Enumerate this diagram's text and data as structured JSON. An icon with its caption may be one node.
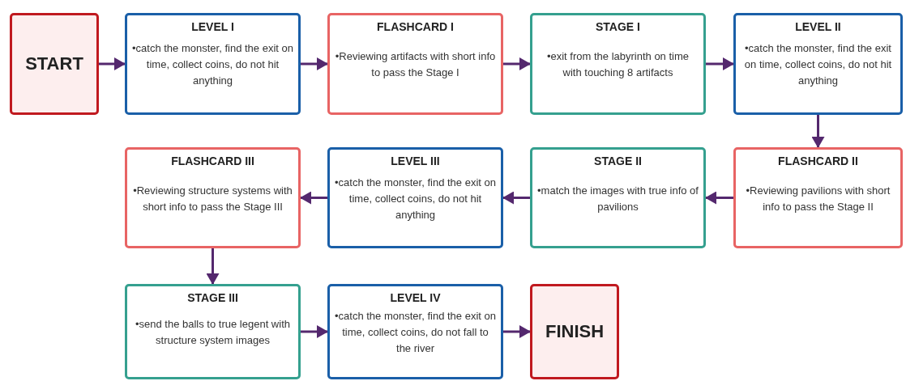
{
  "diagram": {
    "nodes": [
      {
        "text": [
          "START"
        ]
      },
      {
        "text": [
          "LEVEL I",
          "•catch the monster, find the exit on time, collect coins, do not hit anything"
        ]
      },
      {
        "text": [
          "FLASHCARD I",
          "•Reviewing artifacts with short info to pass the Stage I"
        ]
      },
      {
        "text": [
          "STAGE I",
          "•exit from the labyrinth on time with touching 8 artifacts"
        ]
      },
      {
        "text": [
          "LEVEL II",
          "•catch the monster, find the exit on time, collect coins, do not hit anything"
        ]
      },
      {
        "text": [
          "FLASHCARD III",
          "•Reviewing structure systems with short info to pass the Stage III"
        ]
      },
      {
        "text": [
          "LEVEL III",
          "•catch the monster, find the exit on time, collect coins, do not hit anything"
        ]
      },
      {
        "text": [
          "STAGE II",
          "•match the images with true info of pavilions"
        ]
      },
      {
        "text": [
          "FLASHCARD II",
          "•Reviewing pavilions with short info to pass the Stage II"
        ]
      },
      {
        "text": [
          "STAGE III",
          "•send the balls to true legent with structure system images"
        ]
      },
      {
        "text": [
          "LEVEL IV",
          "•catch the monster, find the exit on time, collect coins, do not fall to the river"
        ]
      },
      {
        "text": [
          "FINISH"
        ]
      }
    ],
    "edges": [
      {
        "from": 0,
        "to": 1,
        "arrow": "to"
      },
      {
        "from": 1,
        "to": 2,
        "arrow": "to"
      },
      {
        "from": 2,
        "to": 3,
        "arrow": "to"
      },
      {
        "from": 3,
        "to": 4,
        "arrow": "to"
      },
      {
        "from": 4,
        "to": 8,
        "arrow": "to"
      },
      {
        "from": 8,
        "to": 7,
        "arrow": "to"
      },
      {
        "from": 7,
        "to": 6,
        "arrow": "to"
      },
      {
        "from": 6,
        "to": 5,
        "arrow": "to"
      },
      {
        "from": 5,
        "to": 9,
        "arrow": "to"
      },
      {
        "from": 9,
        "to": 10,
        "arrow": "to"
      },
      {
        "from": 10,
        "to": 11,
        "arrow": "to"
      }
    ]
  }
}
